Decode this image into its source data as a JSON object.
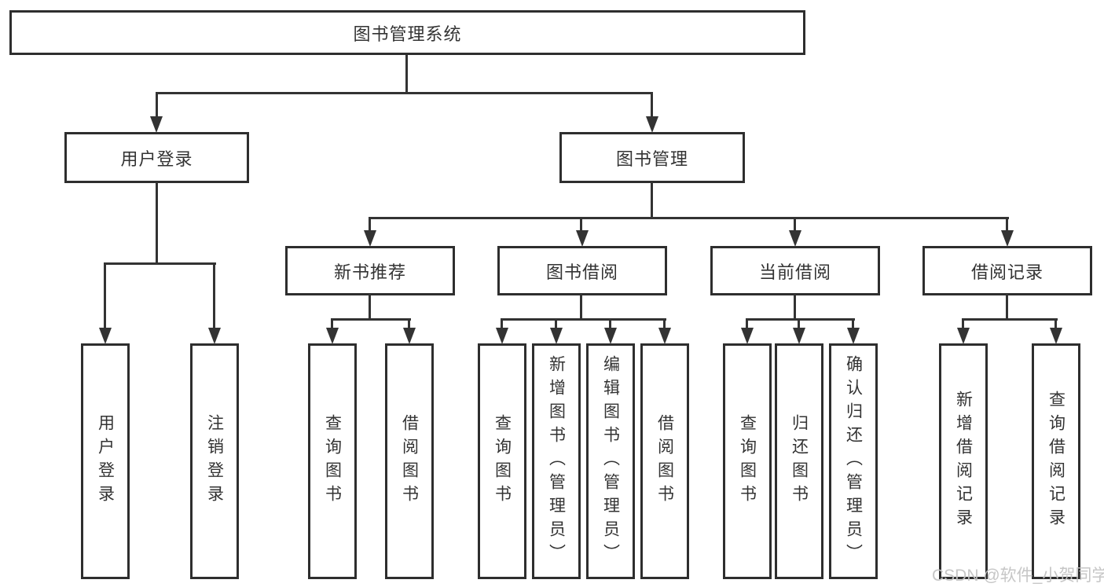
{
  "tree": {
    "root": {
      "label": "图书管理系统"
    },
    "branches": [
      {
        "label": "用户登录",
        "children": [
          {
            "label": "用户登录"
          },
          {
            "label": "注销登录"
          }
        ]
      },
      {
        "label": "图书管理",
        "children": [
          {
            "label": "新书推荐",
            "children": [
              {
                "label": "查询图书"
              },
              {
                "label": "借阅图书"
              }
            ]
          },
          {
            "label": "图书借阅",
            "children": [
              {
                "label": "查询图书"
              },
              {
                "label": "新增图书（管理员）"
              },
              {
                "label": "编辑图书（管理员）"
              },
              {
                "label": "借阅图书"
              }
            ]
          },
          {
            "label": "当前借阅",
            "children": [
              {
                "label": "查询图书"
              },
              {
                "label": "归还图书"
              },
              {
                "label": "确认归还（管理员）"
              }
            ]
          },
          {
            "label": "借阅记录",
            "children": [
              {
                "label": "新增借阅记录"
              },
              {
                "label": "查询借阅记录"
              }
            ]
          }
        ]
      }
    ]
  },
  "watermark": {
    "text": "CSDN @软件_小贺同学"
  },
  "colors": {
    "line": "#333333",
    "box_border": "#2e2e2e",
    "box_fill": "#ffffff",
    "text": "#333333",
    "watermark": "#c3c3c3",
    "background": "#ffffff"
  }
}
